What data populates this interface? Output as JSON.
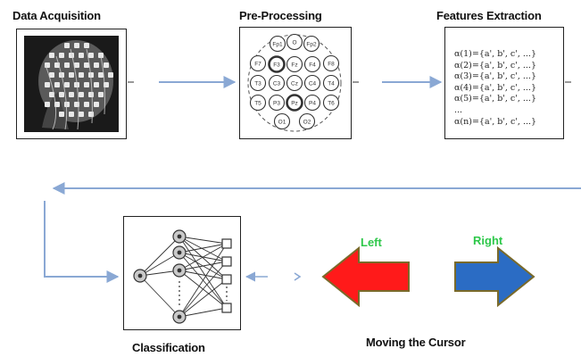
{
  "stages": {
    "acquisition": {
      "title": "Data Acquisition"
    },
    "preprocessing": {
      "title": "Pre-Processing",
      "electrodes": [
        "Fp1",
        "O",
        "Fp2",
        "F7",
        "F3",
        "Fz",
        "F4",
        "F8",
        "T3",
        "C3",
        "Cz",
        "C4",
        "T4",
        "T5",
        "P3",
        "Pz",
        "P4",
        "T6",
        "O1",
        "O2"
      ]
    },
    "features": {
      "title": "Features Extraction",
      "lines": [
        "α(1)={a', b', c', ...}",
        "α(2)={a', b', c', ...}",
        "α(3)={a', b', c', ...}",
        "α(4)={a', b', c', ...}",
        "α(5)={a', b', c', ...}",
        "...",
        "α(n)={a', b', c', ...}"
      ]
    },
    "classification": {
      "title": "Classification"
    },
    "cursor": {
      "title": "Moving the Cursor",
      "left_label": "Left",
      "right_label": "Right"
    }
  },
  "colors": {
    "flow_arrow": "#8aa8d4",
    "left_arrow": "#ff1a1a",
    "right_arrow": "#2b6cc4",
    "arrow_label": "#2ec84a",
    "outline": "#7a6a2a"
  }
}
